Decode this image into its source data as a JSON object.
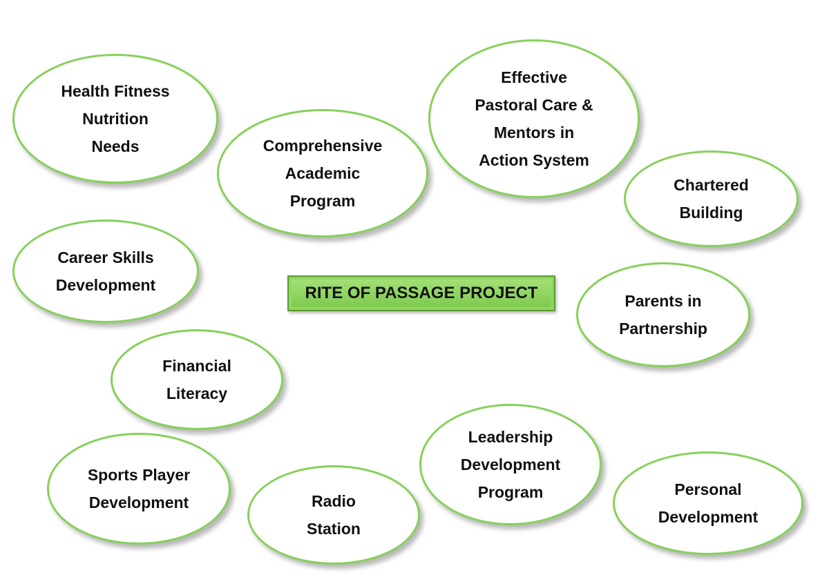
{
  "title": "RITE OF PASSAGE PROJECT",
  "colors": {
    "bubble_border": "#86d05a",
    "title_fill": "#8fd560",
    "title_border": "#5a9a34",
    "text": "#111111"
  },
  "bubbles": {
    "health": [
      "Health Fitness",
      "Nutrition",
      "Needs"
    ],
    "academic": [
      "Comprehensive",
      "Academic",
      "Program"
    ],
    "pastoral": [
      "Effective",
      "Pastoral Care &",
      "Mentors in",
      "Action System"
    ],
    "chartered": [
      "Chartered",
      "Building"
    ],
    "career": [
      "Career Skills",
      "Development"
    ],
    "parents": [
      "Parents in",
      "Partnership"
    ],
    "financial": [
      "Financial",
      "Literacy"
    ],
    "sports": [
      "Sports Player",
      "Development"
    ],
    "radio": [
      "Radio",
      "Station"
    ],
    "leadership": [
      "Leadership",
      "Development",
      "Program"
    ],
    "personal": [
      "Personal",
      "Development"
    ]
  }
}
